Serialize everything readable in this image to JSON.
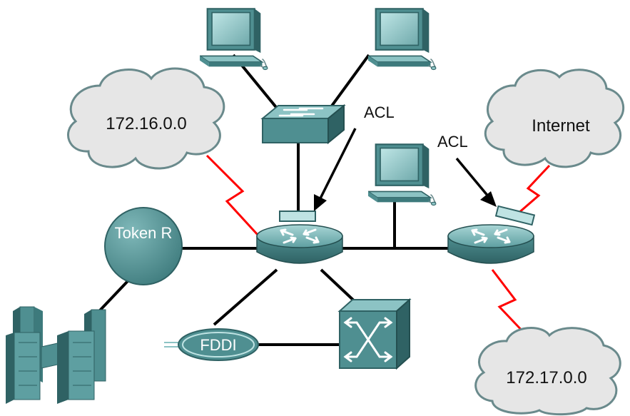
{
  "diagram": {
    "clouds": {
      "left": "172.16.0.0",
      "internet": "Internet",
      "bottom": "172.17.0.0"
    },
    "acl_labels": {
      "center": "ACL",
      "right": "ACL"
    },
    "token_ring": "Token R",
    "fddi": "FDDI"
  },
  "colors": {
    "device_teal": "#4f8f91",
    "device_teal_light": "#8cc3c4",
    "device_teal_dark": "#2f6264",
    "cloud_fill": "#e6e6e6",
    "cloud_stroke": "#6a8a8c",
    "serial_link": "#ff0000",
    "ethernet_link": "#000000",
    "acl_marker": "#bfe3e3"
  },
  "icons": [
    "workstation-icon",
    "switch-icon",
    "router-icon",
    "atm-switch-icon",
    "server-icon",
    "token-ring-icon",
    "fddi-icon",
    "cloud-icon"
  ]
}
